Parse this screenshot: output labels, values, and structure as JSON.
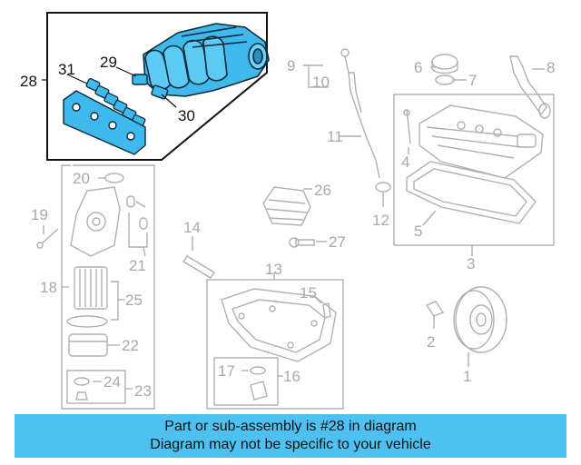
{
  "colors": {
    "highlight": "#3fb9ec",
    "grey": "#b0b0b0",
    "dark": "#111111",
    "banner_bg": "#4fc1f0"
  },
  "callouts": {
    "c1": "1",
    "c2": "2",
    "c3": "3",
    "c4": "4",
    "c5": "5",
    "c6": "6",
    "c7": "7",
    "c8": "8",
    "c9": "9",
    "c10": "10",
    "c11": "11",
    "c12": "12",
    "c13": "13",
    "c14": "14",
    "c15": "15",
    "c16": "16",
    "c17": "17",
    "c18": "18",
    "c19": "19",
    "c20": "20",
    "c21": "21",
    "c22": "22",
    "c23": "23",
    "c24": "24",
    "c25": "25",
    "c26": "26",
    "c27": "27",
    "c28": "28",
    "c29": "29",
    "c30": "30",
    "c31": "31"
  },
  "highlighted_part": "28",
  "banner": {
    "line1": "Part or sub-assembly is #28 in diagram",
    "line2": "Diagram may not be specific to your vehicle"
  }
}
